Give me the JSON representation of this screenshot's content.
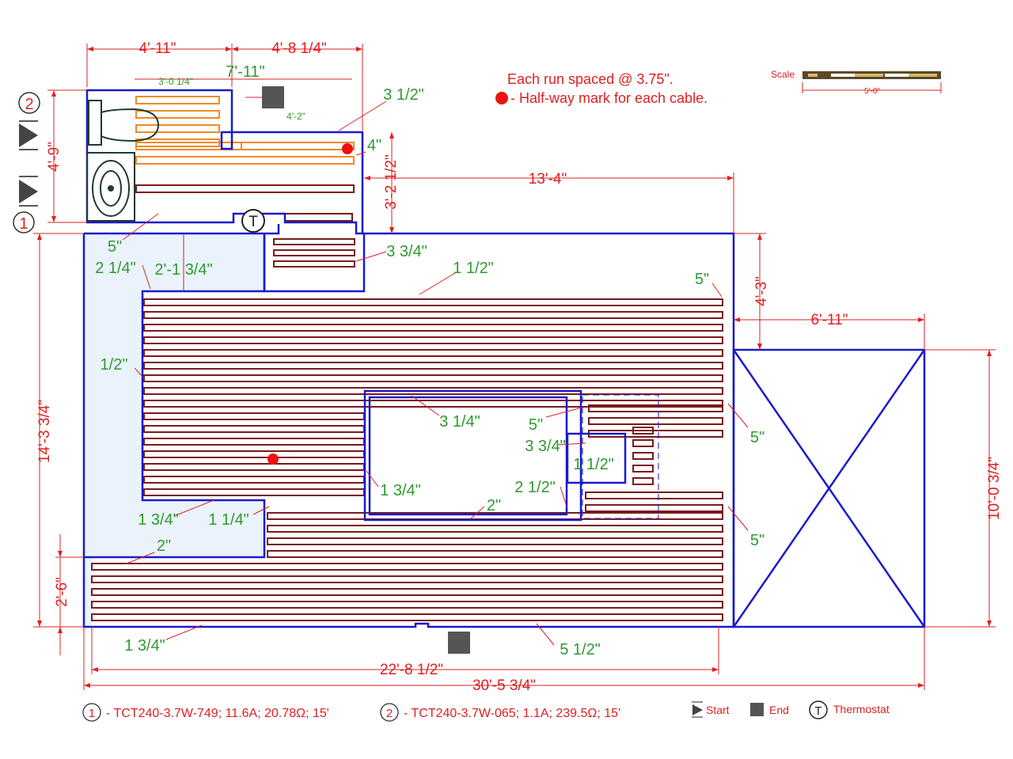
{
  "notes": {
    "spacing": "Each run spaced @ 3.75\".",
    "halfway": "- Half-way mark for each cable."
  },
  "scale": {
    "title": "Scale",
    "length": "5'-0\""
  },
  "dims_red": {
    "top_left_width": "4'-11\"",
    "top_right_width": "4'-8 1/4\"",
    "bath_height": "4'-9\"",
    "bath_step": "3'-2 1/2\"",
    "upper_span": "13'-4\"",
    "right_step": "4'-3\"",
    "right_width": "6'-11\"",
    "right_height": "10'-0 3/4\"",
    "overall_height": "14'-3 3/4\"",
    "bottom_step": "2'-6\"",
    "heated_length": "22'-8 1/2\"",
    "overall_length": "30'-5 3/4\""
  },
  "dims_green": {
    "bath_inner": "7'-11\"",
    "bath_left_small": "3'-0 1/4\"",
    "bath_right_small": "4'-2\"",
    "d_3_1_2": "3 1/2\"",
    "d_4": "4\"",
    "d_5_left": "5\"",
    "d_2_1_4": "2 1/4\"",
    "d_2_1_3_4": "2'-1 3/4\"",
    "d_3_3_4_top": "3 3/4\"",
    "d_1_1_2_top": "1 1/2\"",
    "d_5_right_top": "5\"",
    "d_1_2": "1/2\"",
    "d_3_1_4": "3 1/4\"",
    "d_5_island": "5\"",
    "d_3_3_4_island": "3 3/4\"",
    "d_1_1_2_island": "1 1/2\"",
    "d_5_right_mid": "5\"",
    "d_1_3_4_island": "1 3/4\"",
    "d_2_1_2": "2 1/2\"",
    "d_2_island": "2\"",
    "d_5_right_low": "5\"",
    "d_1_3_4_left": "1 3/4\"",
    "d_1_1_4": "1 1/4\"",
    "d_2_left": "2\"",
    "d_1_3_4_bottom": "1 3/4\"",
    "d_5_1_2": "5 1/2\""
  },
  "markers": {
    "cable_1": "1",
    "cable_2": "2",
    "thermostat": "T"
  },
  "legend": {
    "cable_1_num": "1",
    "cable_1_spec": "- TCT240-3.7W-749; 11.6A; 20.78Ω; 15'",
    "cable_2_num": "2",
    "cable_2_spec": "- TCT240-3.7W-065; 1.1A; 239.5Ω; 15'",
    "start": "Start",
    "end": "End",
    "thermostat_symbol": "T",
    "thermostat": "Thermostat"
  },
  "colors": {
    "wall": "#1a1acc",
    "cable_1": "#7a1a1a",
    "cable_2": "#f08a24",
    "dimension": "#e02020",
    "label": "#2f9a2f",
    "nonheated": "#eaf3fb",
    "marker": "#555555",
    "halfway": "#ee1111"
  },
  "icons": {
    "start": "start-triangle-icon",
    "end": "end-square-icon",
    "halfway": "halfway-dot-icon",
    "toilet": "toilet-icon",
    "sink": "sink-icon",
    "excluded": "excluded-area-x-icon"
  }
}
